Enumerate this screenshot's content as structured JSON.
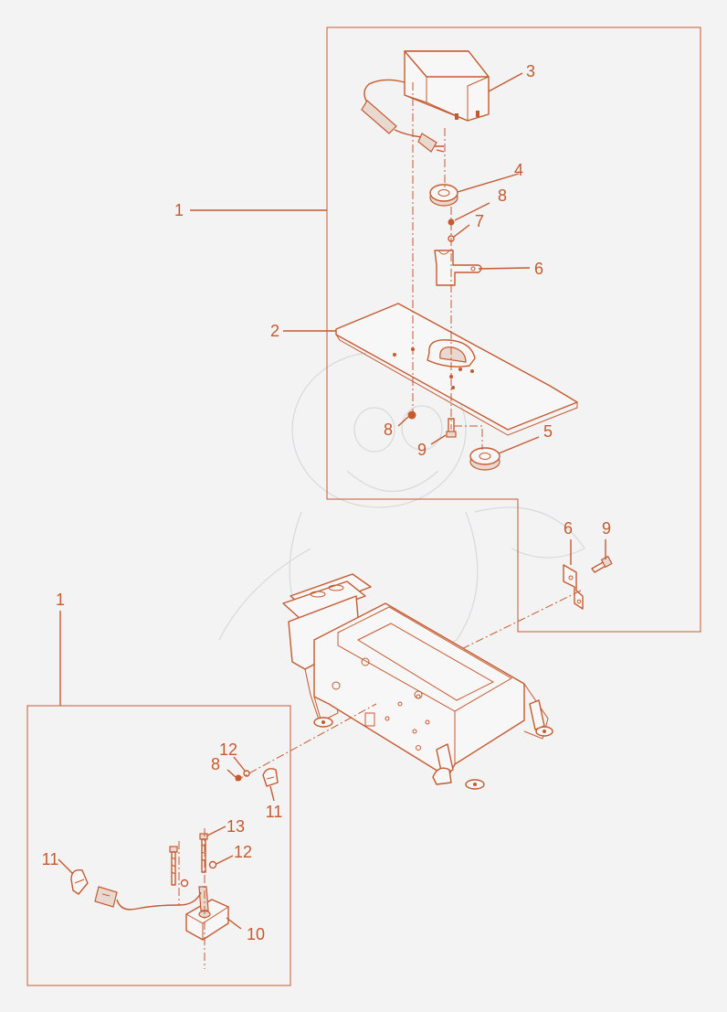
{
  "diagram": {
    "accent_color": "#c55a2f",
    "background_color": "#f3f3f4",
    "callouts": {
      "c1_top": "1",
      "c1_left": "1",
      "c2": "2",
      "c3": "3",
      "c4": "4",
      "c5": "5",
      "c6_top": "6",
      "c6_mid": "6",
      "c7": "7",
      "c8_top": "8",
      "c8_mid": "8",
      "c8_low": "8",
      "c9_top": "9",
      "c9_mid": "9",
      "c10": "10",
      "c11_right": "11",
      "c11_left": "11",
      "c12_upper": "12",
      "c12_lower": "12",
      "c13": "13"
    }
  }
}
